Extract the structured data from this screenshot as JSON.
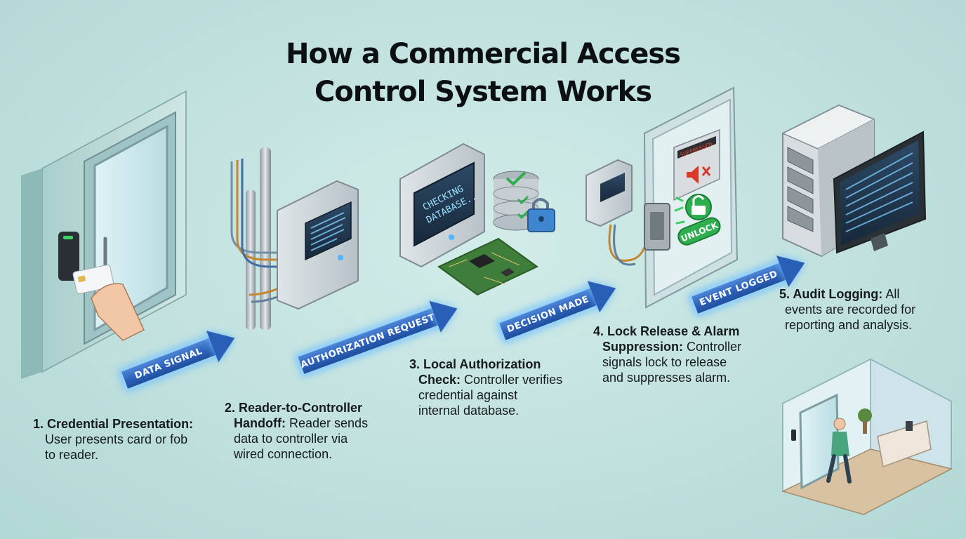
{
  "title": {
    "line1": "How a Commercial Access",
    "line2": "Control System Works"
  },
  "arrows": [
    {
      "label": "DATA SIGNAL"
    },
    {
      "label": "AUTHORIZATION REQUEST"
    },
    {
      "label": "DECISION MADE"
    },
    {
      "label": "EVENT LOGGED"
    }
  ],
  "steps": [
    {
      "title": "1. Credential Presentation:",
      "lines": [
        "User presents card or fob",
        "to reader."
      ]
    },
    {
      "title": "2. Reader-to-Controller",
      "title2": "Handoff:",
      "lines": [
        "Reader sends",
        "data to controller via",
        "wired connection."
      ]
    },
    {
      "title": "3. Local Authorization",
      "title2": "Check:",
      "lines": [
        "Controller verifies",
        "credential against",
        "internal database."
      ]
    },
    {
      "title": "4. Lock Release & Alarm",
      "title2": "Suppression:",
      "lines": [
        "Controller",
        "signals lock to release",
        "and suppresses alarm."
      ]
    },
    {
      "title": "5. Audit Logging:",
      "lines": [
        "All",
        "events are recorded for",
        "reporting and analysis."
      ]
    }
  ],
  "screens": {
    "controller_text": "CHECKING",
    "controller_text2": "DATABASE...",
    "lock_badge": "UNLOCK",
    "alarm_sign": "SUPPRESSED"
  },
  "colors": {
    "background": "#c3e3e0",
    "arrow": "#2a5fb8",
    "arrow_glow": "#8fd2ff",
    "success_green": "#2eae4f",
    "alarm_red": "#d8392b"
  }
}
